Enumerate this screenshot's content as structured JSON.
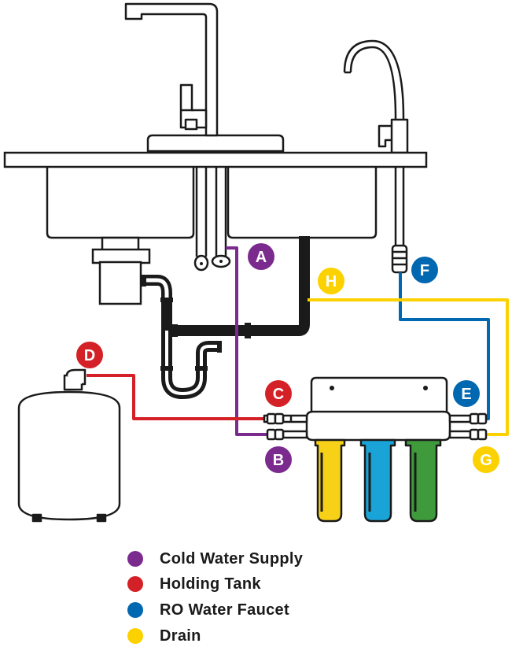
{
  "colors": {
    "outline": "#1a1a1a",
    "purple": "#7b2a8e",
    "red": "#d42027",
    "blue": "#0067b1",
    "yellow": "#fcd100",
    "filter_yellow": "#f7d117",
    "filter_blue": "#1aa3d6",
    "filter_green": "#3f9a3c"
  },
  "markers": {
    "A": "A",
    "B": "B",
    "C": "C",
    "D": "D",
    "E": "E",
    "F": "F",
    "G": "G",
    "H": "H"
  },
  "legend": [
    {
      "label": "Cold Water Supply",
      "color": "#7b2a8e"
    },
    {
      "label": "Holding Tank",
      "color": "#d42027"
    },
    {
      "label": "RO Water Faucet",
      "color": "#0067b1"
    },
    {
      "label": "Drain",
      "color": "#fcd100"
    }
  ]
}
